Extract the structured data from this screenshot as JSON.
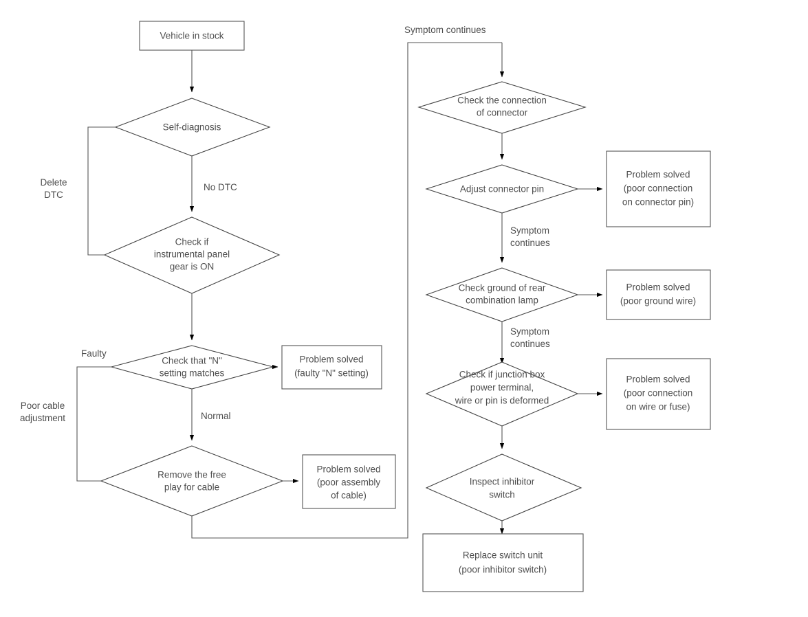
{
  "diagram": {
    "title": "Transmission gear indication troubleshooting flowchart",
    "type": "flowchart",
    "colors": {
      "background": "#ffffff",
      "shape_stroke": "#555555",
      "text": "#4d4d4d",
      "arrow": "#000000"
    },
    "nodes": [
      {
        "id": "vehicle-in-stock",
        "shape": "rect",
        "lines": [
          "Vehicle in stock"
        ]
      },
      {
        "id": "self-diagnosis",
        "shape": "diamond",
        "lines": [
          "Self-diagnosis"
        ]
      },
      {
        "id": "check-instrumental-panel",
        "shape": "diamond",
        "lines": [
          "Check if",
          "instrumental panel",
          "gear is ON"
        ]
      },
      {
        "id": "check-n-setting",
        "shape": "diamond",
        "lines": [
          "Check that \"N\"",
          "setting matches"
        ]
      },
      {
        "id": "problem-solved-n-setting",
        "shape": "rect",
        "lines": [
          "Problem solved",
          "(faulty \"N\" setting)"
        ]
      },
      {
        "id": "remove-free-play-cable",
        "shape": "diamond",
        "lines": [
          "Remove the free",
          "play for cable"
        ]
      },
      {
        "id": "problem-solved-cable-assembly",
        "shape": "rect",
        "lines": [
          "Problem solved",
          "(poor assembly",
          "of cable)"
        ]
      },
      {
        "id": "check-connector-connection",
        "shape": "diamond",
        "lines": [
          "Check the connection",
          "of connector"
        ]
      },
      {
        "id": "adjust-connector-pin",
        "shape": "diamond",
        "lines": [
          "Adjust connector pin"
        ]
      },
      {
        "id": "problem-solved-connector-pin",
        "shape": "rect",
        "lines": [
          "Problem solved",
          "(poor connection",
          "on connector pin)"
        ]
      },
      {
        "id": "check-ground-rear-lamp",
        "shape": "diamond",
        "lines": [
          "Check ground of rear",
          "combination lamp"
        ]
      },
      {
        "id": "problem-solved-ground-wire",
        "shape": "rect",
        "lines": [
          "Problem solved",
          "(poor ground wire)"
        ]
      },
      {
        "id": "check-junction-box",
        "shape": "diamond",
        "lines": [
          "Check if junction box",
          "power terminal,",
          "wire or pin is deformed"
        ]
      },
      {
        "id": "problem-solved-wire-or-fuse",
        "shape": "rect",
        "lines": [
          "Problem solved",
          "(poor connection",
          "on wire or fuse)"
        ]
      },
      {
        "id": "inspect-inhibitor-switch",
        "shape": "diamond",
        "lines": [
          "Inspect inhibitor",
          "switch"
        ]
      },
      {
        "id": "replace-switch-unit",
        "shape": "rect",
        "lines": [
          "Replace switch unit",
          "(poor inhibitor switch)"
        ]
      }
    ],
    "edge_labels": [
      {
        "id": "delete-dtc",
        "lines": [
          "Delete",
          "DTC"
        ]
      },
      {
        "id": "no-dtc",
        "lines": [
          "No DTC"
        ]
      },
      {
        "id": "faulty",
        "lines": [
          "Faulty"
        ]
      },
      {
        "id": "normal",
        "lines": [
          "Normal"
        ]
      },
      {
        "id": "poor-cable-adjustment",
        "lines": [
          "Poor cable",
          "adjustment"
        ]
      },
      {
        "id": "symptom-continues-top",
        "lines": [
          "Symptom continues"
        ]
      },
      {
        "id": "symptom-continues-connector-pin",
        "lines": [
          "Symptom",
          "continues"
        ]
      },
      {
        "id": "symptom-continues-ground",
        "lines": [
          "Symptom",
          "continues"
        ]
      }
    ]
  }
}
